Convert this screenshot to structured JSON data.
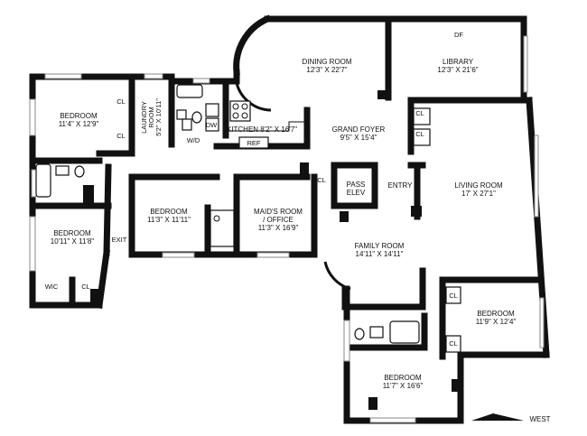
{
  "rooms": {
    "dining_room": {
      "name": "DINING ROOM",
      "dims": "12'3\" X 22'7\""
    },
    "library": {
      "name": "LIBRARY",
      "dims": "12'3\" X 21'6\""
    },
    "bedroom_nw": {
      "name": "BEDROOM",
      "dims": "11'4\" X 12'9\""
    },
    "laundry": {
      "line1": "LAUNDRY",
      "line2": "ROOM",
      "dims": "5'2\" X 10'11\""
    },
    "kitchen": {
      "name": "KITCHEN 8'2\" X 16'7\""
    },
    "grand_foyer": {
      "name": "GRAND FOYER",
      "dims": "9'5\" X 15'4\""
    },
    "bedroom_w": {
      "name": "BEDROOM",
      "dims": "10'11\" X 11'8\""
    },
    "bedroom_mid": {
      "name": "BEDROOM",
      "dims": "11'3\" X 11'11\""
    },
    "maids_room": {
      "line1": "MAID'S ROOM",
      "line2": "/ OFFICE",
      "dims": "11'3\" X 16'9\""
    },
    "living_room": {
      "name": "LIVING ROOM",
      "dims": "17' X 27'1\""
    },
    "family_room": {
      "name": "FAMILY ROOM",
      "dims": "14'11\" X 14'11\""
    },
    "bedroom_e": {
      "name": "BEDROOM",
      "dims": "11'9\" X 12'4\""
    },
    "bedroom_s": {
      "name": "BEDROOM",
      "dims": "11'7\" X 16'6\""
    }
  },
  "labels": {
    "df": "DF",
    "cl": "CL",
    "dw": "DW",
    "wd": "W/D",
    "ref": "REF",
    "pass": "PASS",
    "elev": "ELEV",
    "entry": "ENTRY",
    "exit": "EXIT",
    "wic": "WIC",
    "west": "WEST"
  },
  "compass_icon": "west-arrow-icon"
}
